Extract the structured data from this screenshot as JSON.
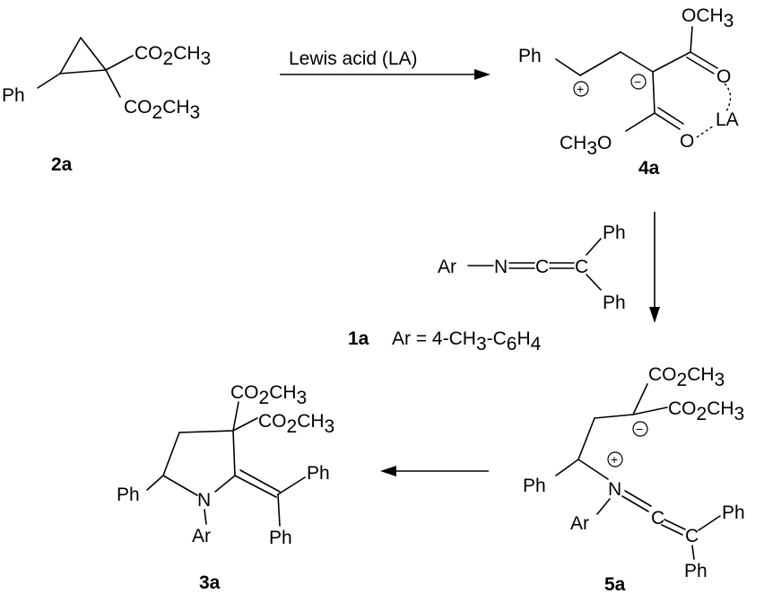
{
  "reagent_label": "Lewis acid (LA)",
  "compounds": {
    "c2a": {
      "id": "2a",
      "ph": "Ph",
      "ester_top_main": "CO",
      "ester_top_sub": "2",
      "ester_top_tail": "CH",
      "ester_top_tail_sub": "3",
      "ester_bot_main": "CO",
      "ester_bot_sub": "2",
      "ester_bot_tail": "CH",
      "ester_bot_tail_sub": "3"
    },
    "c4a": {
      "id": "4a",
      "ph": "Ph",
      "och3": "OCH",
      "och3_sub": "3",
      "o_top": "O",
      "o_bot": "O",
      "la": "LA",
      "ch3o_main": "CH",
      "ch3o_sub": "3",
      "ch3o_tail": "O",
      "plus": "+",
      "minus": "−"
    },
    "c1a": {
      "id": "1a",
      "ar": "Ar",
      "n": "N",
      "c1": "C",
      "c2": "C",
      "ph_top": "Ph",
      "ph_bot": "Ph",
      "def_a": "Ar = 4-CH",
      "def_s1": "3",
      "def_b": "-C",
      "def_s2": "6",
      "def_c": "H",
      "def_s3": "4"
    },
    "c5a": {
      "id": "5a",
      "ester1_main": "CO",
      "ester1_sub": "2",
      "ester1_tail": "CH",
      "ester1_tail_sub": "3",
      "ester2_main": "CO",
      "ester2_sub": "2",
      "ester2_tail": "CH",
      "ester2_tail_sub": "3",
      "ph": "Ph",
      "n": "N",
      "ar": "Ar",
      "c1": "C",
      "c2": "C",
      "ph_right": "Ph",
      "ph_bot": "Ph",
      "plus": "+",
      "minus": "−"
    },
    "c3a": {
      "id": "3a",
      "ester1_main": "CO",
      "ester1_sub": "2",
      "ester1_tail": "CH",
      "ester1_tail_sub": "3",
      "ester2_main": "CO",
      "ester2_sub": "2",
      "ester2_tail": "CH",
      "ester2_tail_sub": "3",
      "ph": "Ph",
      "n": "N",
      "ar": "Ar",
      "ph_right": "Ph",
      "ph_bot": "Ph"
    }
  }
}
